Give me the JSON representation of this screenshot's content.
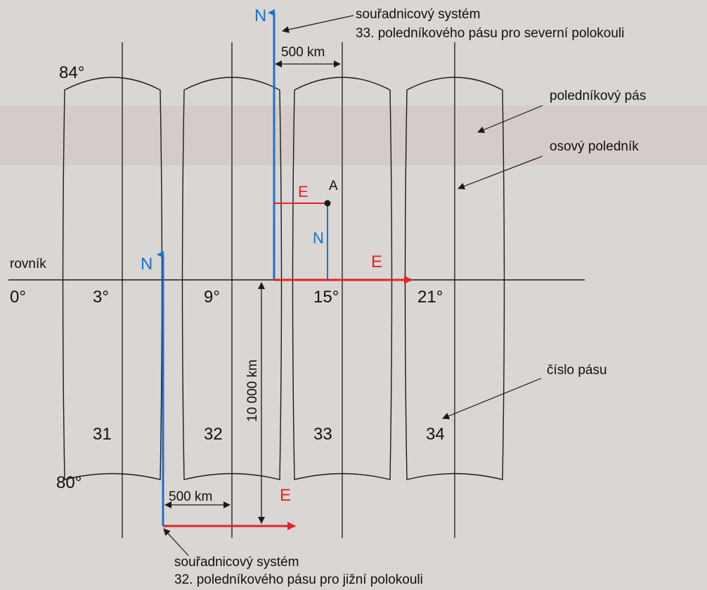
{
  "labels": {
    "equator": "rovník",
    "lat_north": "84°",
    "lat_south": "80°",
    "zone_strip": "poledníkový pás",
    "central_meridian": "osový poledník",
    "zone_number_label": "číslo pásu",
    "north_system_line1": "souřadnicový systém",
    "north_system_line2": "33. poledníkového pásu pro severní polokouli",
    "south_system_line1": "souřadnicový systém",
    "south_system_line2": "32. poledníkového pásu pro jižní polokouli",
    "dist_500_top": "500 km",
    "dist_500_bottom": "500 km",
    "dist_10000": "10 000 km",
    "point_a": "A",
    "axis_n_north": "N",
    "axis_n_south": "N",
    "axis_n_local": "N",
    "axis_e_local": "E",
    "axis_e_north": "E",
    "axis_e_south": "E"
  },
  "longitudes": [
    "0°",
    "3°",
    "9°",
    "15°",
    "21°"
  ],
  "zones": [
    "31",
    "32",
    "33",
    "34"
  ],
  "colors": {
    "north_axis": "#1a73c9",
    "east_axis": "#e0242a",
    "line": "#1a1a1a",
    "background": "#d9d6d3"
  }
}
